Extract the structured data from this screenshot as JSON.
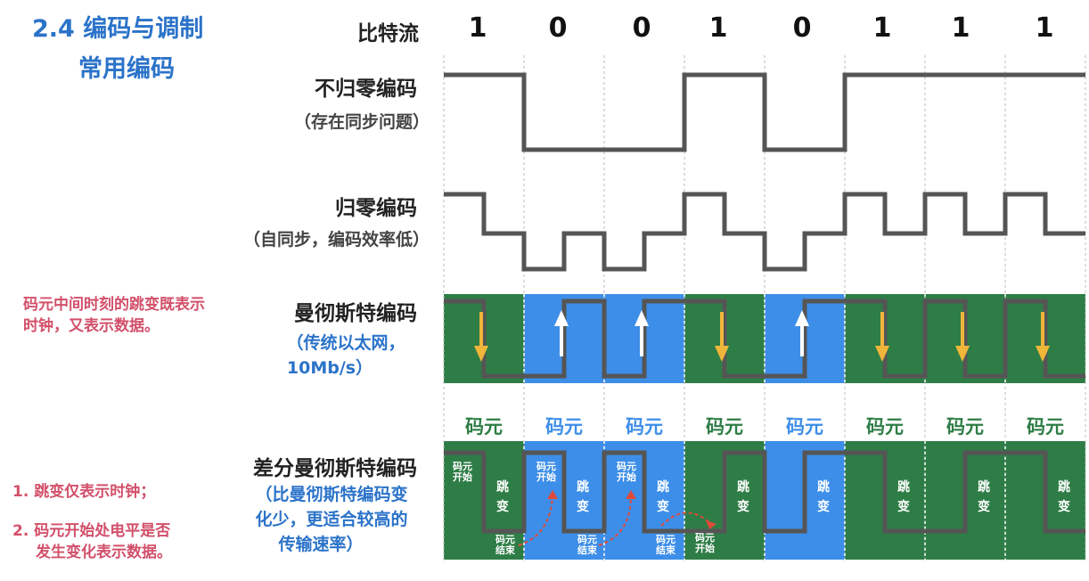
{
  "header": {
    "title": "2.4 编码与调制",
    "subtitle": "常用编码",
    "bitstream_label": "比特流",
    "bits": [
      "1",
      "0",
      "0",
      "1",
      "0",
      "1",
      "1",
      "1"
    ]
  },
  "rows": {
    "nrz": {
      "title": "不归零编码",
      "note": "（存在同步问题）"
    },
    "rz": {
      "title": "归零编码",
      "note": "（自同步，编码效率低）"
    },
    "manchester": {
      "title": "曼彻斯特编码",
      "note_line1": "（传统以太网，",
      "note_line2": "10Mb/s）"
    },
    "diff_manchester": {
      "title": "差分曼彻斯特编码",
      "note_line1": "（比曼彻斯特编码变",
      "note_line2": "化少，更适合较高的",
      "note_line3": "传输速率）"
    }
  },
  "symbol_label": "码元",
  "side_notes": {
    "manchester_line1": "码元中间时刻的跳变既表示",
    "manchester_line2": "时钟，又表示数据。",
    "diff_rule1": "1. 跳变仅表示时钟；",
    "diff_rule2_line1": "2. 码元开始处电平是否",
    "diff_rule2_line2": "发生变化表示数据。"
  },
  "diff_annotations": {
    "symbol_start": "码元开始",
    "symbol_end": "码元结束",
    "jump": "跳变"
  },
  "colors": {
    "green": "#2e7d46",
    "blue": "#3d8ee8",
    "signal": "#555555",
    "arrow_down": "#f0b63a",
    "arrow_up": "#ffffff",
    "title": "#2b73c9",
    "note_red": "#d2506a",
    "annotation_arrow": "#e04a3a"
  },
  "chart_data": {
    "type": "table",
    "bits": [
      1,
      0,
      0,
      1,
      0,
      1,
      1,
      1
    ],
    "nrz_levels": [
      1,
      0,
      0,
      1,
      0,
      1,
      1,
      1
    ],
    "rz_first_half": [
      1,
      0,
      0,
      1,
      0,
      1,
      1,
      1
    ],
    "manchester_mid_transition": [
      "down",
      "up",
      "up",
      "down",
      "up",
      "down",
      "down",
      "down"
    ],
    "diff_manchester_start_change": [
      false,
      true,
      true,
      false,
      true,
      false,
      false,
      false
    ]
  }
}
